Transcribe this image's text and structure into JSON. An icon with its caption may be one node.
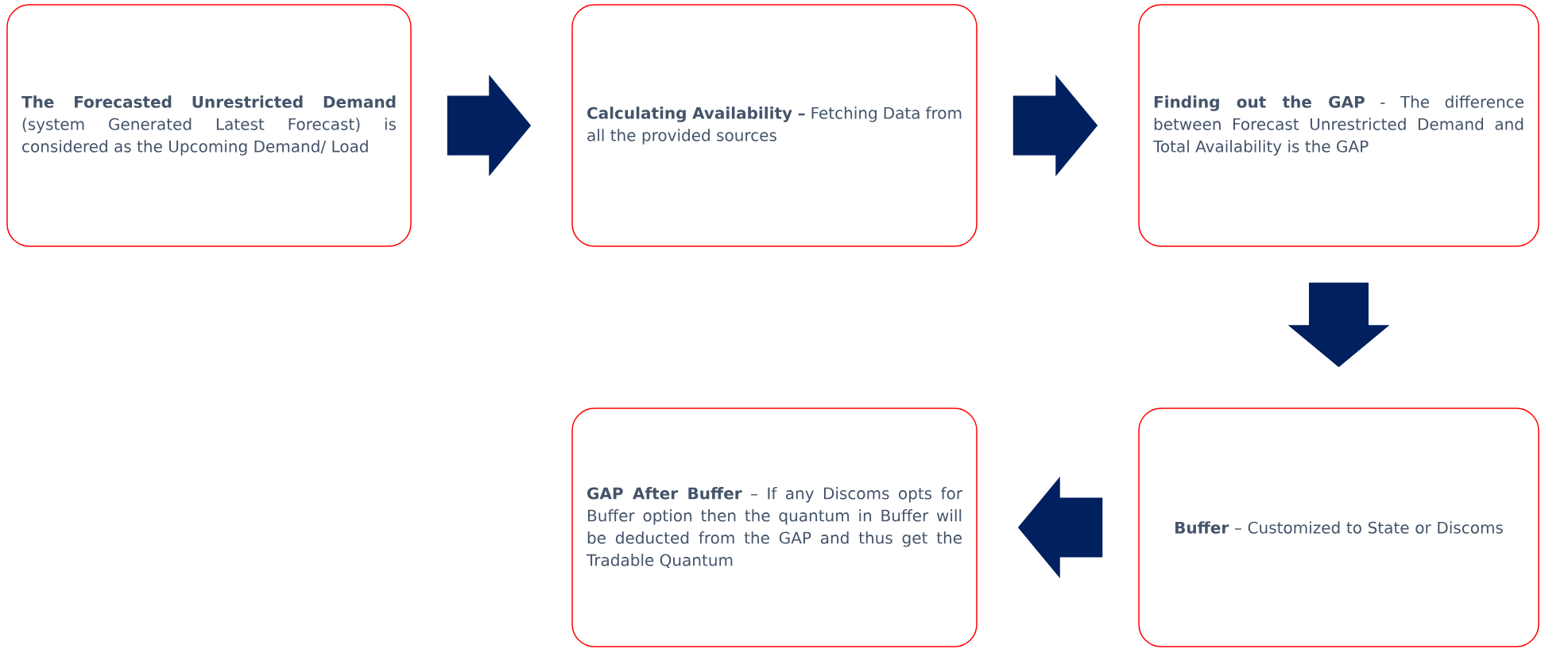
{
  "diagram": {
    "nodes": [
      {
        "text": [
          "**The Forecasted Unrestricted Demand** (system Generated Latest Forecast) is considered as the Upcoming Demand/ Load"
        ]
      },
      {
        "text": [
          "**Calculating Availability –** Fetching Data from all the provided sources"
        ]
      },
      {
        "text": [
          "**Finding out the GAP** -  The difference between Forecast Unrestricted Demand and Total Availability is the GAP"
        ]
      },
      {
        "text": [
          "**Buffer** – Customized to State or Discoms"
        ]
      },
      {
        "text": [
          "**GAP After Buffer** – If any Discoms opts for Buffer option then the quantum in Buffer will be deducted from the GAP and thus get the Tradable Quantum"
        ]
      }
    ],
    "edges": [
      {
        "from": 0,
        "to": 1,
        "arrow": "to"
      },
      {
        "from": 1,
        "to": 2,
        "arrow": "to"
      },
      {
        "from": 2,
        "to": 3,
        "arrow": "to"
      },
      {
        "from": 3,
        "to": 4,
        "arrow": "to"
      }
    ]
  }
}
